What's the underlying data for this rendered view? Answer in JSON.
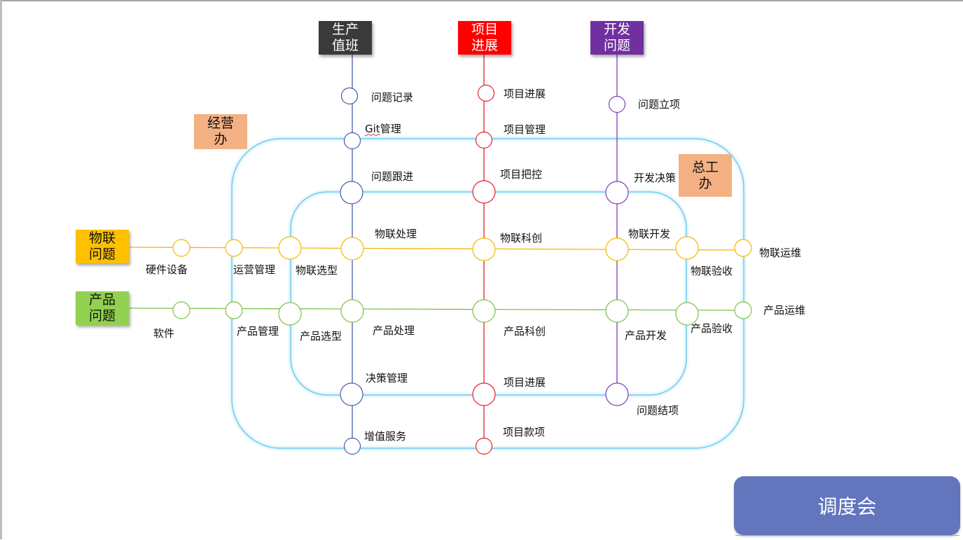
{
  "lines": {
    "production": {
      "title_1": "生产",
      "title_2": "值班",
      "color": "#4a5ca8",
      "box_bg": "#3a3a3a",
      "box_fg": "#ffffff"
    },
    "project": {
      "title_1": "项目",
      "title_2": "进展",
      "color": "#e8202a",
      "box_bg": "#ff0000",
      "box_fg": "#ffffff"
    },
    "dev": {
      "title_1": "开发",
      "title_2": "问题",
      "color": "#7a3fb8",
      "box_bg": "#7030a0",
      "box_fg": "#ffffff"
    },
    "iot": {
      "title_1": "物联",
      "title_2": "问题",
      "color": "#f5b800",
      "box_bg": "#ffc000",
      "box_fg": "#111111"
    },
    "product": {
      "title_1": "产品",
      "title_2": "问题",
      "color": "#7dc24a",
      "box_bg": "#92d050",
      "box_fg": "#111111"
    }
  },
  "offices": {
    "business": {
      "line_1": "经营",
      "line_2": "办",
      "bg": "#f4b183"
    },
    "chief_engineer": {
      "line_1": "总工",
      "line_2": "办",
      "bg": "#f4b183"
    }
  },
  "loop_color": "#5bc8ec",
  "stations": {
    "wenti_jilu": "问题记录",
    "git_prefix": "Git",
    "git_suffix": "管理",
    "wenti_genjin": "问题跟进",
    "wulian_chuli": "物联处理",
    "chanpin_chuli": "产品处理",
    "juece_guanli": "决策管理",
    "zengzhi_fuwu": "增值服务",
    "xiangmu_jinzhan_top": "项目进展",
    "xiangmu_guanli": "项目管理",
    "xiangmu_bakong": "项目把控",
    "wulian_kechuang": "物联科创",
    "chanpin_kechuang": "产品科创",
    "xiangmu_jinzhan_bottom": "项目进展",
    "xiangmu_kuanxiang": "项目款项",
    "wenti_lixiang": "问题立项",
    "kaifa_juece": "开发决策",
    "wulian_kaifa": "物联开发",
    "chanpin_kaifa": "产品开发",
    "wenti_jiexiang": "问题结项",
    "yingjian_shebei": "硬件设备",
    "yunying_guanli": "运营管理",
    "wulian_xuanxing": "物联选型",
    "wulian_yanshou": "物联验收",
    "wulian_yunwei": "物联运维",
    "ruanjian": "软件",
    "chanpin_guanli": "产品管理",
    "chanpin_xuanxing": "产品选型",
    "chanpin_yanshou": "产品验收",
    "chanpin_yunwei": "产品运维"
  },
  "meeting_button": "调度会"
}
